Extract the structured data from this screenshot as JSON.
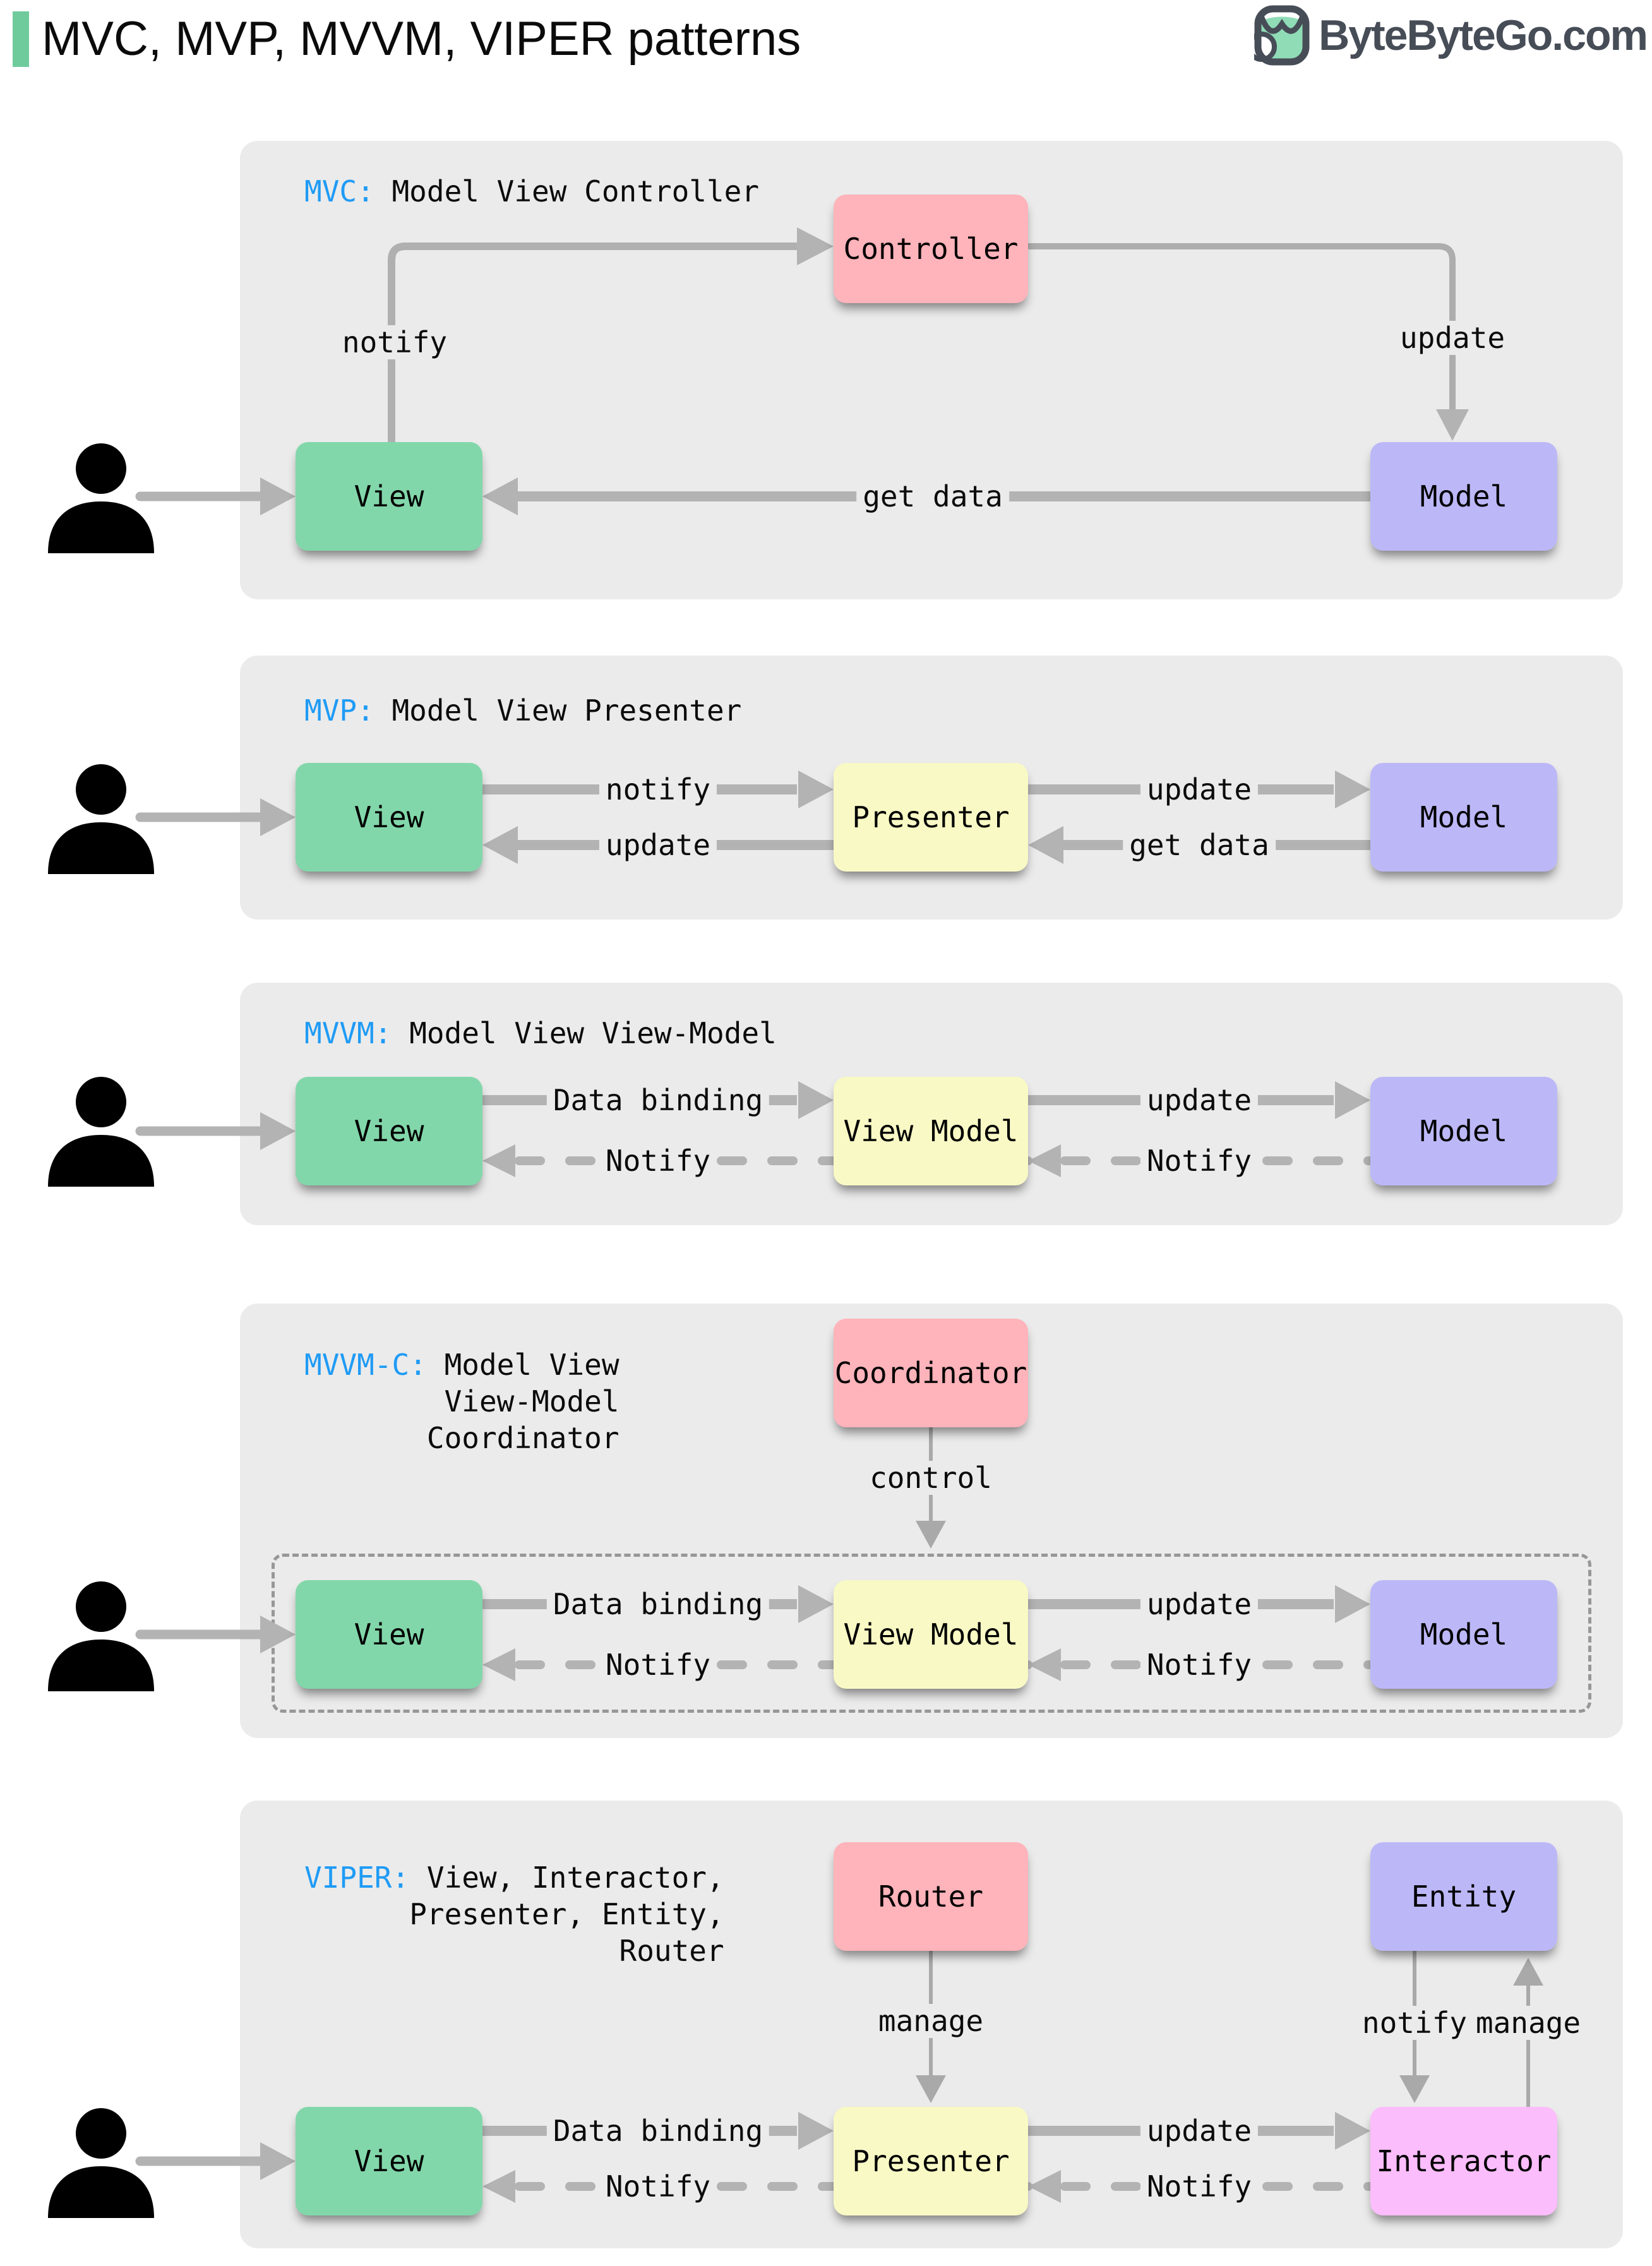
{
  "header": {
    "title": "MVC, MVP, MVVM, VIPER patterns",
    "brand": "ByteByteGo.com"
  },
  "colors": {
    "accent_green": "#6fcb9c",
    "panel_bg": "#ebebeb",
    "box_green": "#82d7aa",
    "box_yellow": "#f9f9c5",
    "box_purple": "#bcb8f8",
    "box_pink": "#ffb3ba",
    "box_magenta": "#fbbdfb",
    "tag_blue": "#1f9bf5",
    "arrow_gray": "#b3b3b3",
    "brand_gray": "#474d57"
  },
  "panels": [
    {
      "tag": "MVC:",
      "title": "Model View Controller",
      "boxes": {
        "view": "View",
        "controller": "Controller",
        "model": "Model"
      },
      "labels": {
        "notify": "notify",
        "update": "update",
        "get_data": "get data"
      }
    },
    {
      "tag": "MVP:",
      "title": "Model View Presenter",
      "boxes": {
        "view": "View",
        "presenter": "Presenter",
        "model": "Model"
      },
      "labels": {
        "notify": "notify",
        "update_model": "update",
        "update_view": "update",
        "get_data": "get data"
      }
    },
    {
      "tag": "MVVM:",
      "title": "Model View View-Model",
      "boxes": {
        "view": "View",
        "view_model": "View Model",
        "model": "Model"
      },
      "labels": {
        "data_binding": "Data binding",
        "notify_view": "Notify",
        "update": "update",
        "notify_vm": "Notify"
      }
    },
    {
      "tag": "MVVM-C:",
      "title_lines": [
        "Model View",
        "View-Model",
        "Coordinator"
      ],
      "boxes": {
        "coordinator": "Coordinator",
        "view": "View",
        "view_model": "View Model",
        "model": "Model"
      },
      "labels": {
        "control": "control",
        "data_binding": "Data binding",
        "notify_view": "Notify",
        "update": "update",
        "notify_vm": "Notify"
      }
    },
    {
      "tag": "VIPER:",
      "title_lines": [
        "View, Interactor,",
        "Presenter, Entity,",
        "Router"
      ],
      "boxes": {
        "router": "Router",
        "entity": "Entity",
        "view": "View",
        "presenter": "Presenter",
        "interactor": "Interactor"
      },
      "labels": {
        "manage_router": "manage",
        "notify_entity": "notify",
        "manage_entity": "manage",
        "data_binding": "Data binding",
        "notify_view": "Notify",
        "update": "update",
        "notify_presenter": "Notify"
      }
    }
  ]
}
